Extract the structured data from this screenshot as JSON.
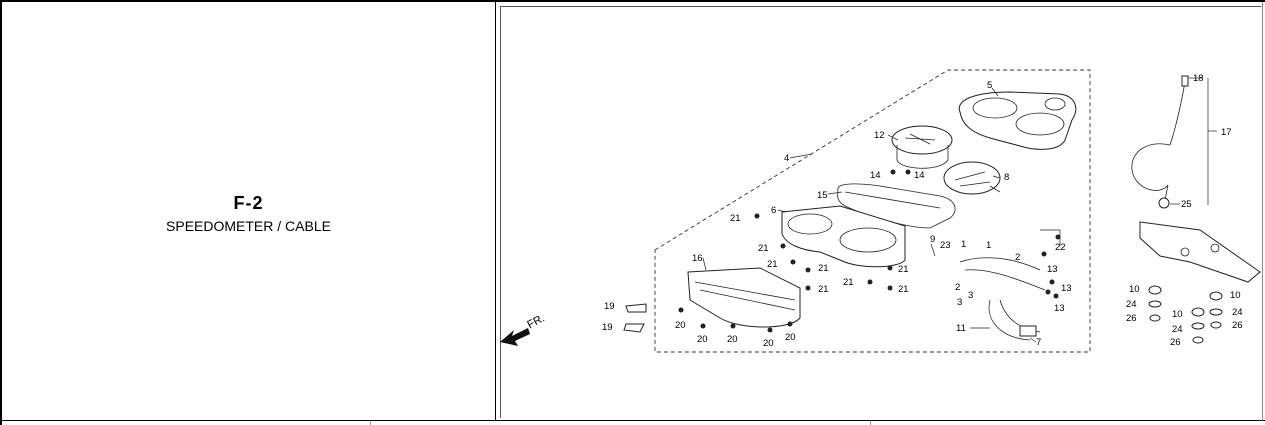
{
  "header": {
    "code": "F-2",
    "title": "SPEEDOMETER / CABLE"
  },
  "diagram": {
    "direction_label": "FR.",
    "callouts": [
      "1",
      "1",
      "2",
      "2",
      "3",
      "3",
      "4",
      "5",
      "6",
      "7",
      "8",
      "9",
      "10",
      "10",
      "10",
      "11",
      "12",
      "13",
      "13",
      "13",
      "14",
      "14",
      "15",
      "16",
      "17",
      "18",
      "19",
      "19",
      "20",
      "20",
      "20",
      "20",
      "20",
      "21",
      "21",
      "21",
      "21",
      "21",
      "21",
      "21",
      "21",
      "22",
      "23",
      "24",
      "24",
      "24",
      "25",
      "26",
      "26",
      "26"
    ]
  }
}
